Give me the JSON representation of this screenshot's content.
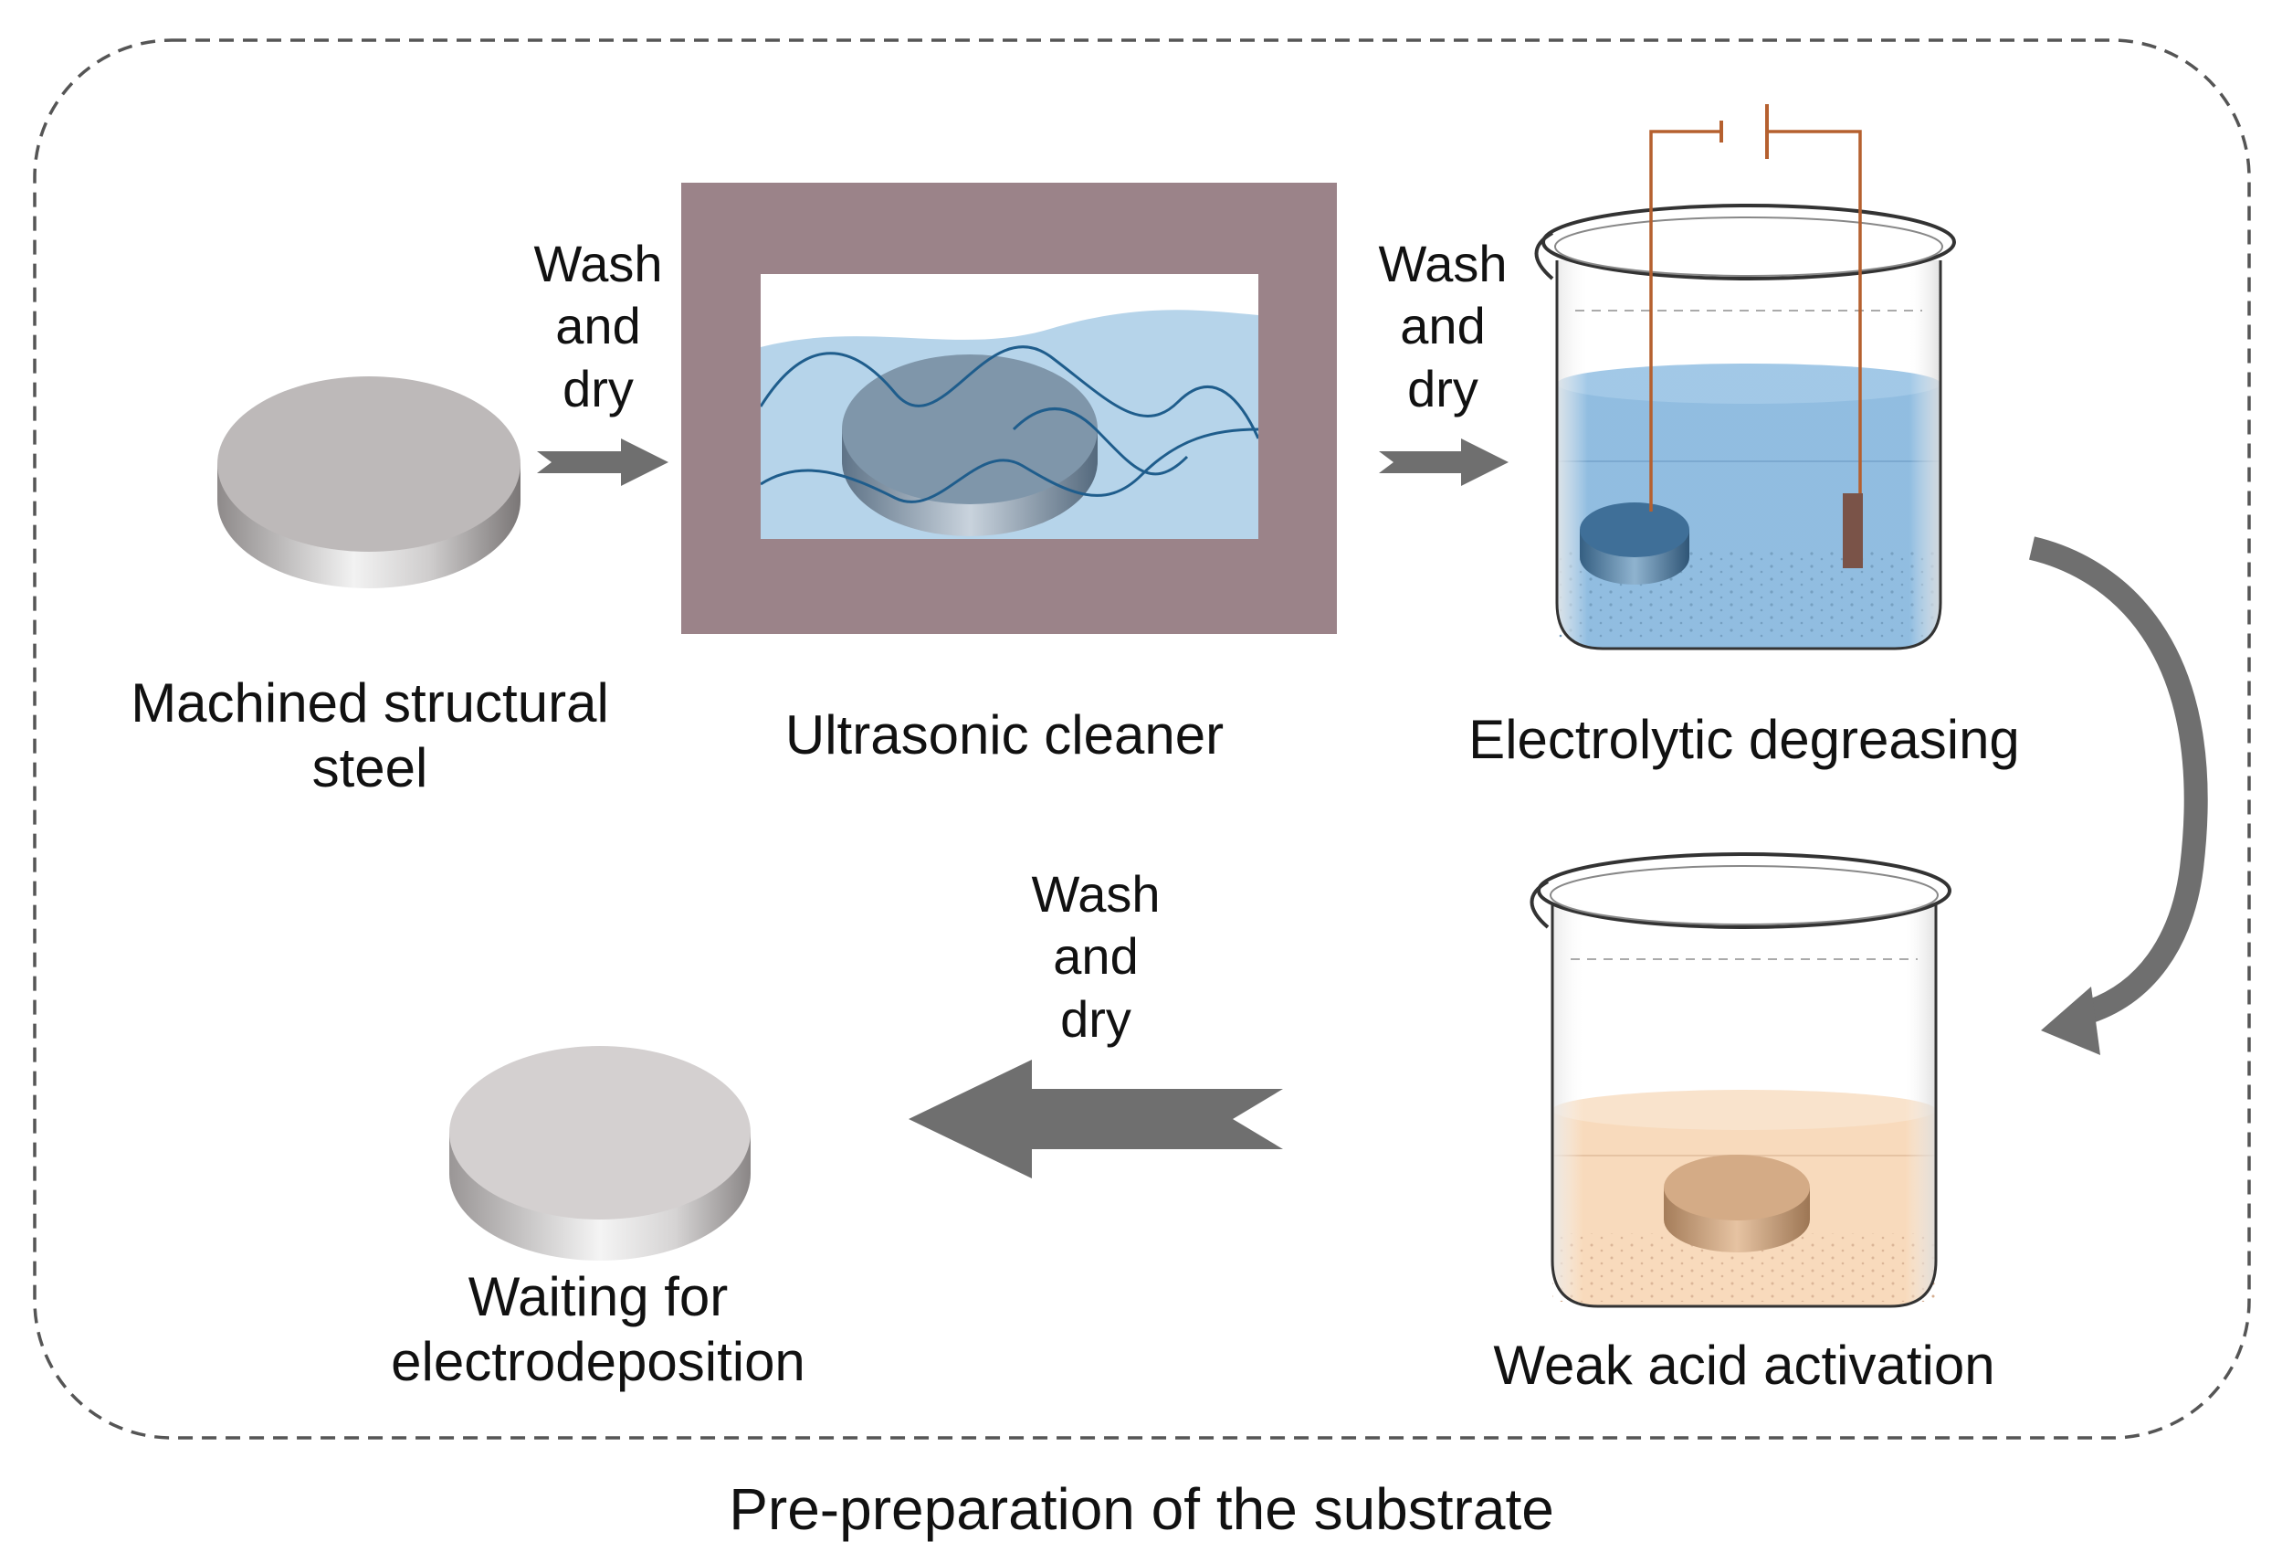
{
  "diagram": {
    "caption": "Pre-preparation of the substrate",
    "steps": [
      {
        "id": "machined",
        "label_lines": [
          "Machined structural",
          "steel"
        ]
      },
      {
        "id": "ultrasonic",
        "label_lines": [
          "Ultrasonic cleaner"
        ]
      },
      {
        "id": "electrolytic",
        "label_lines": [
          "Electrolytic degreasing"
        ]
      },
      {
        "id": "weak-acid",
        "label_lines": [
          "Weak acid activation"
        ]
      },
      {
        "id": "waiting",
        "label_lines": [
          "Waiting for",
          "electrodeposition"
        ]
      }
    ],
    "transitions": [
      {
        "label_lines": [
          "Wash",
          "and",
          "dry"
        ]
      },
      {
        "label_lines": [
          "Wash",
          "and",
          "dry"
        ]
      },
      {
        "label_lines": [
          "Wash",
          "and",
          "dry"
        ]
      }
    ],
    "colors": {
      "dashed_border": "#555555",
      "arrow": "#6f6f6f",
      "steel_top": "#bdb9b9",
      "cleaner_frame": "#9b8389",
      "cleaner_water": "#b6d4ea",
      "electrolyte": "#6aa6d6",
      "acid": "#f6cfa6",
      "wire": "#b5602f"
    }
  }
}
